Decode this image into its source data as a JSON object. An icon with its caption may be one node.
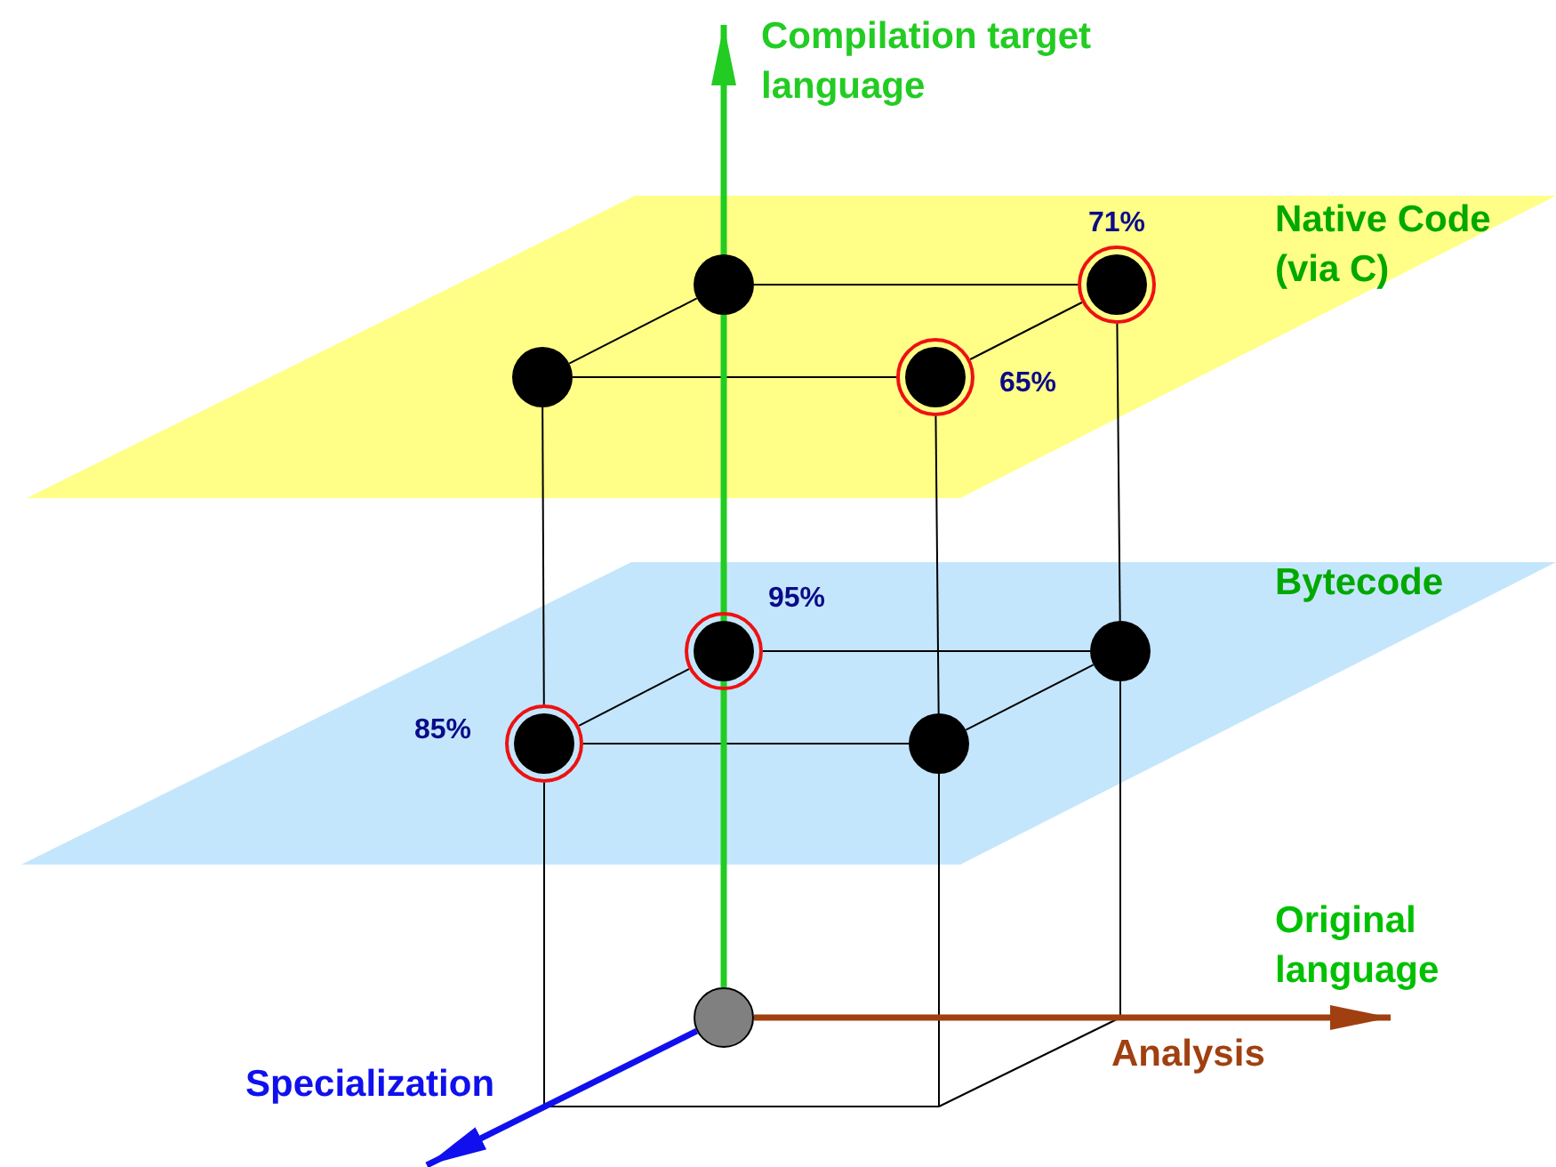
{
  "diagram": {
    "nodes": [
      {
        "text": [
          "Native Code (via C)"
        ]
      },
      {
        "text": [],
        "shape": "circle",
        "in": 0
      },
      {
        "text": [],
        "shape": "circle",
        "in": 0,
        "beside": [
          "71%"
        ]
      },
      {
        "text": [],
        "shape": "circle",
        "in": 0
      },
      {
        "text": [],
        "shape": "circle",
        "in": 0,
        "beside": [
          "65%"
        ]
      },
      {
        "text": [
          "Bytecode"
        ]
      },
      {
        "text": [],
        "shape": "circle",
        "in": 5,
        "beside": [
          "95%"
        ]
      },
      {
        "text": [],
        "shape": "circle",
        "in": 5
      },
      {
        "text": [],
        "shape": "circle",
        "in": 5,
        "beside": [
          "85%"
        ]
      },
      {
        "text": [],
        "shape": "circle",
        "in": 5
      },
      {
        "text": [],
        "shape": "circle"
      },
      {
        "text": [
          "Original language"
        ]
      }
    ],
    "edges": [
      {
        "from": 1,
        "to": 2,
        "arrow": "none"
      },
      {
        "from": 1,
        "to": 3,
        "arrow": "none"
      },
      {
        "from": 2,
        "to": 4,
        "arrow": "none"
      },
      {
        "from": 3,
        "to": 4,
        "arrow": "none"
      },
      {
        "from": 3,
        "to": 8,
        "arrow": "none"
      },
      {
        "from": 4,
        "to": 9,
        "arrow": "none"
      },
      {
        "from": 2,
        "to": 7,
        "arrow": "none"
      },
      {
        "from": 6,
        "to": 7,
        "arrow": "none"
      },
      {
        "from": 6,
        "to": 8,
        "arrow": "none"
      },
      {
        "from": 7,
        "to": 9,
        "arrow": "none"
      },
      {
        "from": 8,
        "to": 9,
        "arrow": "none"
      },
      {
        "from": 8,
        "to": null,
        "arrow": "none"
      },
      {
        "from": 9,
        "to": null,
        "arrow": "none"
      },
      {
        "from": 7,
        "to": null,
        "arrow": "none"
      },
      {
        "from": 10,
        "to": null,
        "arrow": "to",
        "label": "Compilation target language",
        "style": "thick",
        "color": "#22cc22"
      },
      {
        "from": 10,
        "to": 11,
        "arrow": "to",
        "label": "Analysis",
        "style": "thick",
        "color": "#a04010"
      },
      {
        "from": 10,
        "to": null,
        "arrow": "to",
        "label": "Specialization",
        "style": "thick",
        "color": "#1010ee"
      }
    ]
  }
}
